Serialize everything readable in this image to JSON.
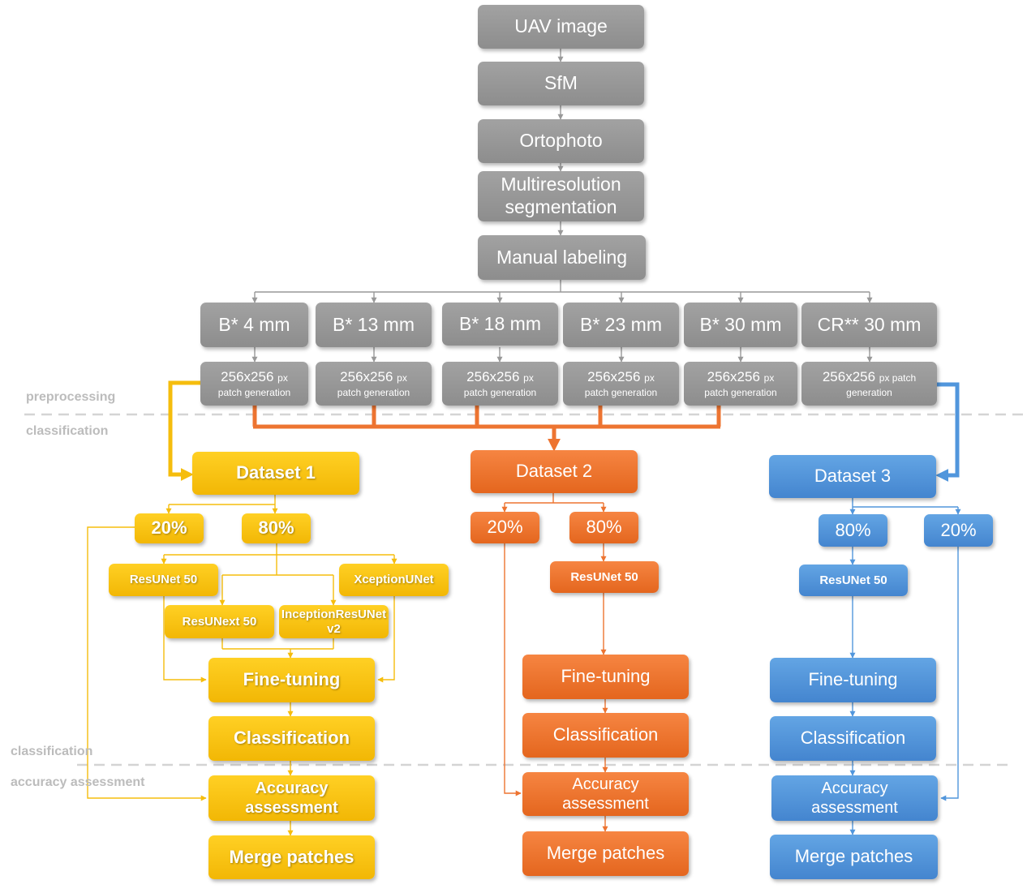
{
  "pipeline": {
    "uav": "UAV image",
    "sfm": "SfM",
    "ortho": "Ortophoto",
    "multires": "Multiresolution segmentation",
    "manual": "Manual labeling"
  },
  "resolutions": [
    "B* 4 mm",
    "B* 13 mm",
    "B* 18 mm",
    "B* 23 mm",
    "B* 30 mm",
    "CR** 30 mm"
  ],
  "patch": {
    "size": "256x256",
    "unit": "px",
    "unit_cr": "px patch",
    "label": "patch generation",
    "label_cr": "generation"
  },
  "stages": {
    "preprocessing": "preprocessing",
    "classification_top": "classification",
    "classification_bottom": "classification",
    "accuracy": "accuracy assessment"
  },
  "dataset1": {
    "title": "Dataset 1",
    "test": "20%",
    "train": "80%",
    "models": [
      "ResUNet 50",
      "XceptionUNet",
      "ResUNext 50",
      "InceptionResUNet v2"
    ],
    "finetune": "Fine-tuning",
    "classify": "Classification",
    "accuracy": "Accuracy assessment",
    "merge": "Merge patches"
  },
  "dataset2": {
    "title": "Dataset 2",
    "test": "20%",
    "train": "80%",
    "model": "ResUNet 50",
    "finetune": "Fine-tuning",
    "classify": "Classification",
    "accuracy": "Accuracy assessment",
    "merge": "Merge patches"
  },
  "dataset3": {
    "title": "Dataset 3",
    "train": "80%",
    "test": "20%",
    "model": "ResUNet 50",
    "finetune": "Fine-tuning",
    "classify": "Classification",
    "accuracy": "Accuracy assessment",
    "merge": "Merge patches"
  },
  "colors": {
    "gray": "#999999",
    "yellow": "#f5bd0d",
    "orange": "#ed7431",
    "blue": "#5196dc"
  }
}
